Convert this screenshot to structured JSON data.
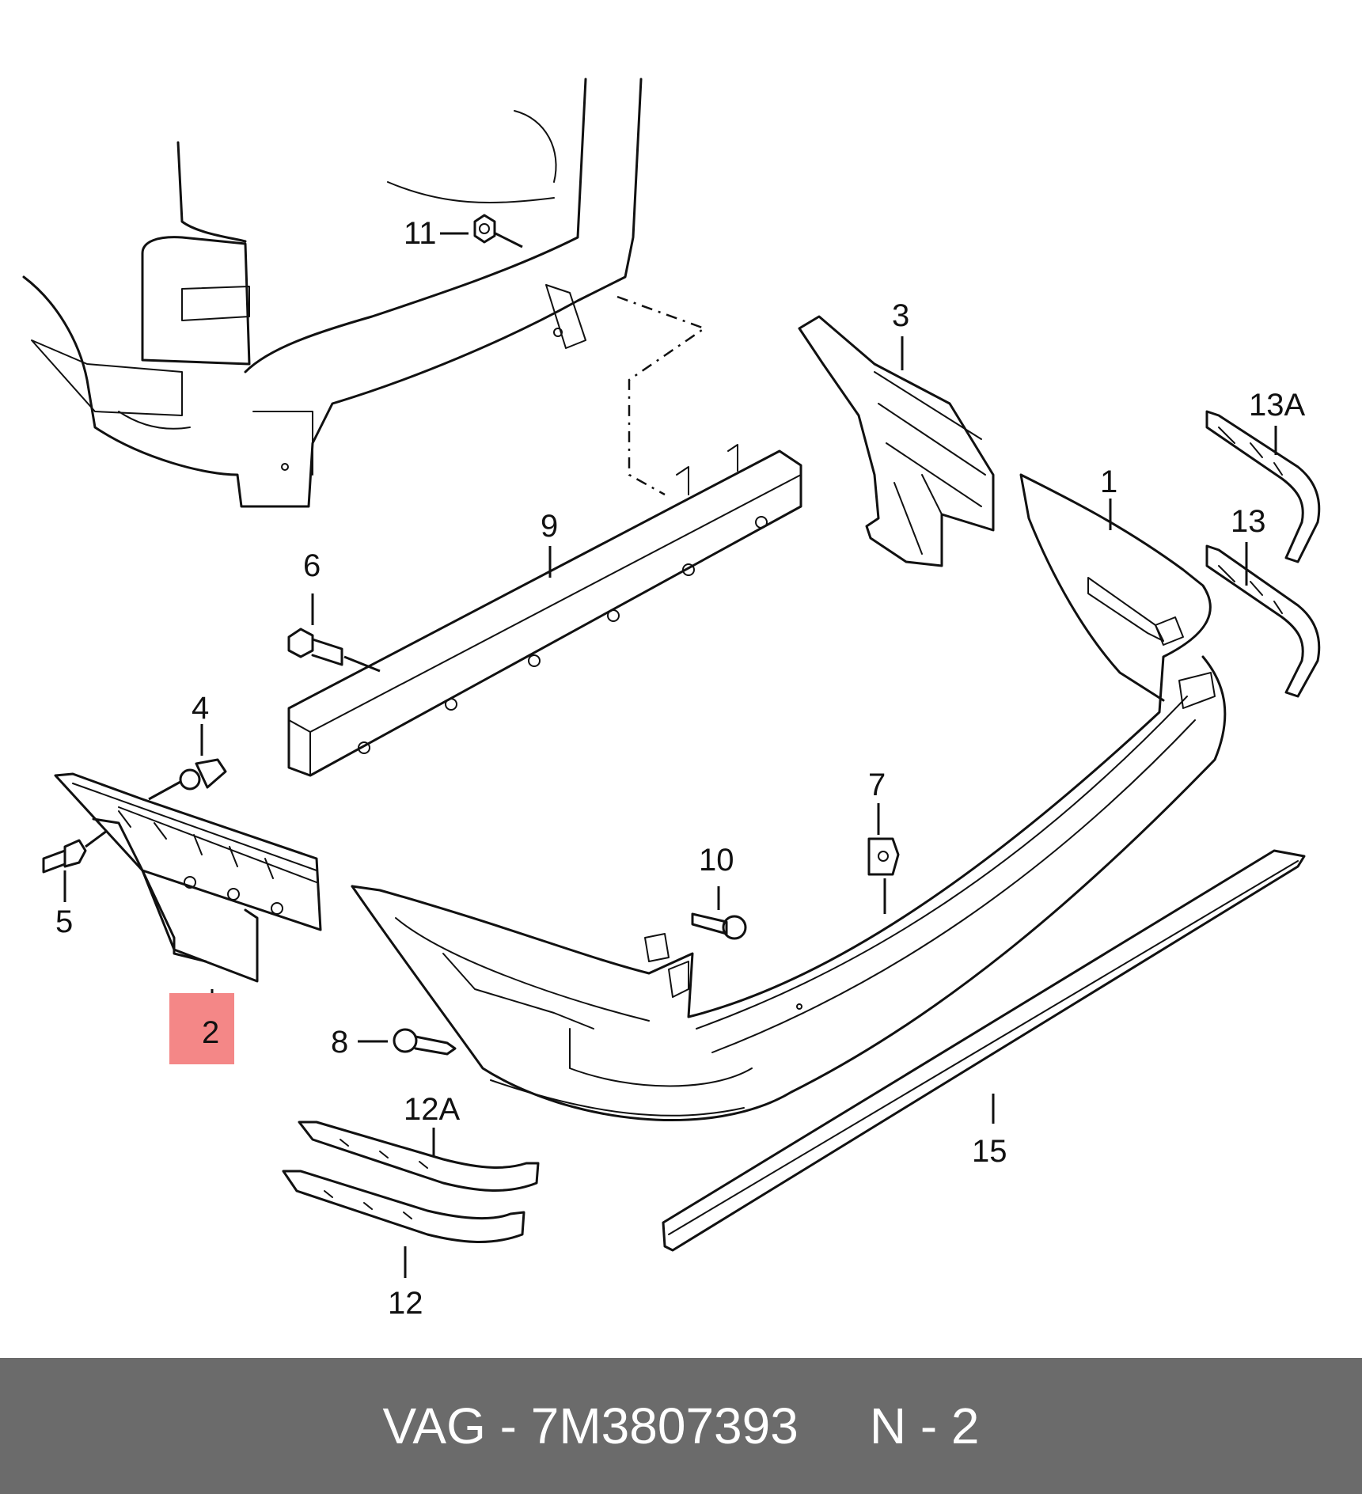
{
  "callouts": {
    "c1": "1",
    "c2": "2",
    "c3": "3",
    "c4": "4",
    "c5": "5",
    "c6": "6",
    "c7": "7",
    "c8": "8",
    "c9": "9",
    "c10": "10",
    "c11": "11",
    "c12": "12",
    "c12a": "12A",
    "c13": "13",
    "c13a": "13A",
    "c15": "15"
  },
  "highlight_color": "#f48787",
  "footer": {
    "part_number": "VAG - 7M3807393",
    "position": "N - 2"
  }
}
